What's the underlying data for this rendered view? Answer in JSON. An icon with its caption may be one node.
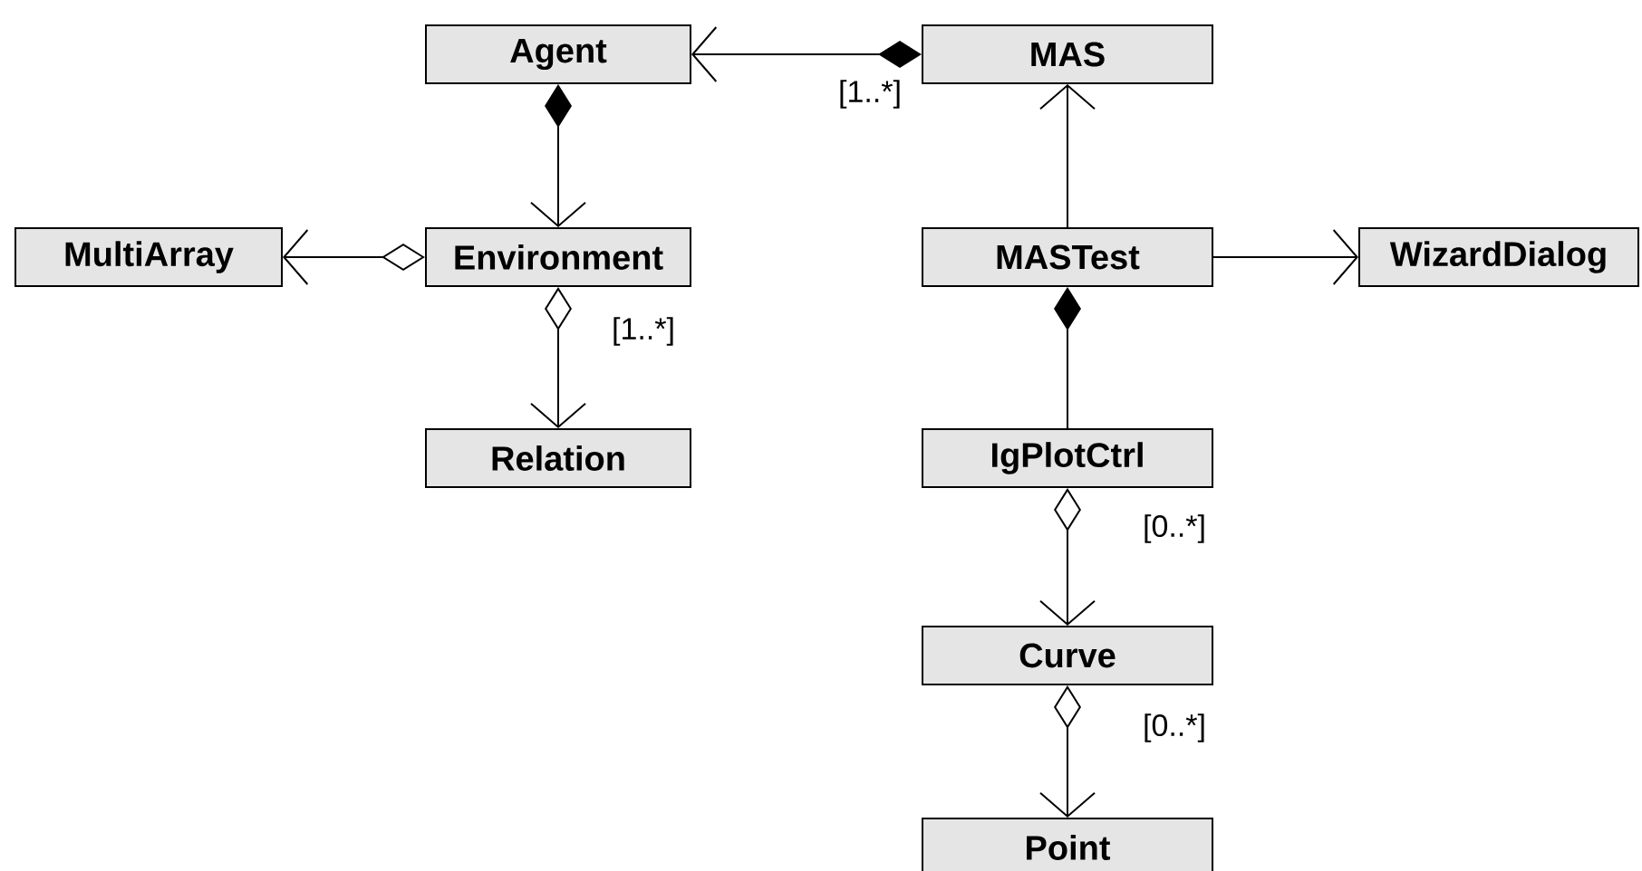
{
  "diagram": {
    "nodes": [
      {
        "text": [
          "Agent"
        ]
      },
      {
        "text": [
          "MAS"
        ]
      },
      {
        "text": [
          "MultiArray"
        ]
      },
      {
        "text": [
          "Environment"
        ]
      },
      {
        "text": [
          "MASTest"
        ]
      },
      {
        "text": [
          "WizardDialog"
        ]
      },
      {
        "text": [
          "Relation"
        ]
      },
      {
        "text": [
          "IgPlotCtrl"
        ]
      },
      {
        "text": [
          "Curve"
        ]
      },
      {
        "text": [
          "Point"
        ]
      }
    ],
    "edges": [
      {
        "from": 1,
        "to": 0,
        "arrow": "to",
        "label": "[1..*]"
      },
      {
        "from": 0,
        "to": 3,
        "arrow": "to"
      },
      {
        "from": 3,
        "to": 2,
        "arrow": "to"
      },
      {
        "from": 3,
        "to": 6,
        "arrow": "to",
        "label": "[1..*]"
      },
      {
        "from": 4,
        "to": 1,
        "arrow": "to"
      },
      {
        "from": 4,
        "to": 5,
        "arrow": "to"
      },
      {
        "from": 4,
        "to": 7,
        "arrow": "other"
      },
      {
        "from": 7,
        "to": 8,
        "arrow": "to",
        "label": "[0..*]"
      },
      {
        "from": 8,
        "to": 9,
        "arrow": "to",
        "label": "[0..*]"
      }
    ]
  }
}
